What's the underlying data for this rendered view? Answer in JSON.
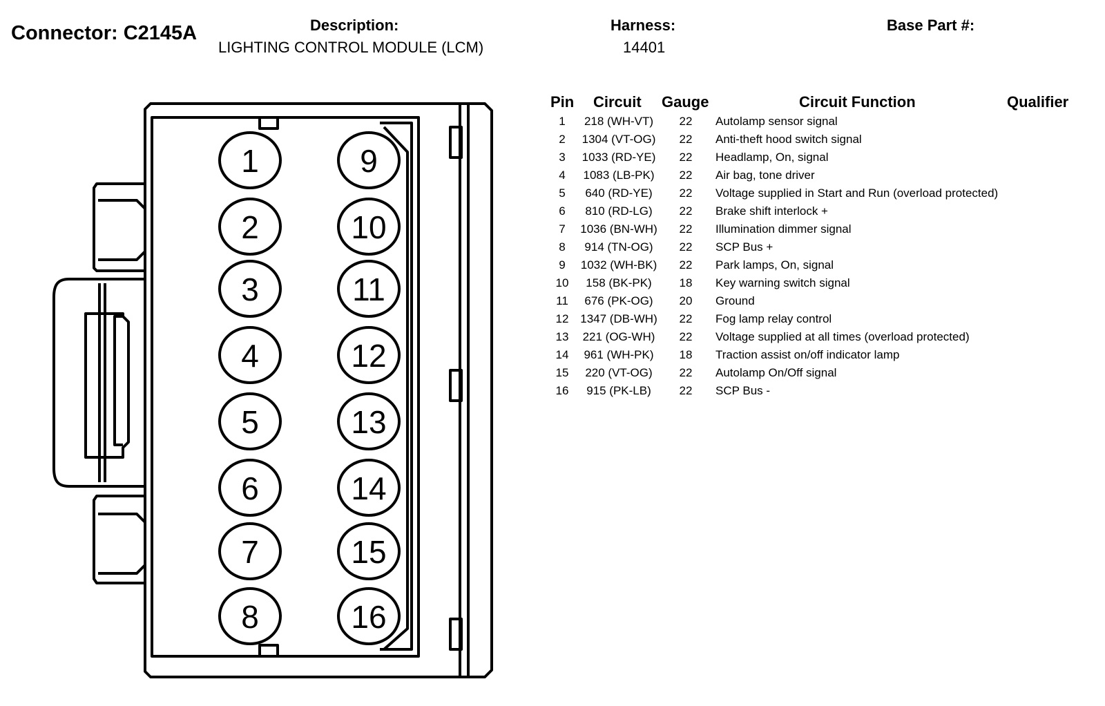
{
  "header": {
    "connector": "Connector: C2145A",
    "description_label": "Description:",
    "description_value": "LIGHTING CONTROL MODULE (LCM)",
    "harness_label": "Harness:",
    "harness_value": "14401",
    "base_part_label": "Base Part #:"
  },
  "table": {
    "headers": {
      "pin": "Pin",
      "circuit": "Circuit",
      "gauge": "Gauge",
      "function": "Circuit Function",
      "qualifier": "Qualifier"
    },
    "rows": [
      {
        "pin": "1",
        "circuit": "218 (WH-VT)",
        "gauge": "22",
        "function": "Autolamp sensor signal"
      },
      {
        "pin": "2",
        "circuit": "1304 (VT-OG)",
        "gauge": "22",
        "function": "Anti-theft hood switch signal"
      },
      {
        "pin": "3",
        "circuit": "1033 (RD-YE)",
        "gauge": "22",
        "function": "Headlamp, On, signal"
      },
      {
        "pin": "4",
        "circuit": "1083 (LB-PK)",
        "gauge": "22",
        "function": "Air bag, tone driver"
      },
      {
        "pin": "5",
        "circuit": "640 (RD-YE)",
        "gauge": "22",
        "function": "Voltage supplied in Start and Run (overload protected)"
      },
      {
        "pin": "6",
        "circuit": "810 (RD-LG)",
        "gauge": "22",
        "function": "Brake shift interlock +"
      },
      {
        "pin": "7",
        "circuit": "1036 (BN-WH)",
        "gauge": "22",
        "function": "Illumination dimmer signal"
      },
      {
        "pin": "8",
        "circuit": "914 (TN-OG)",
        "gauge": "22",
        "function": "SCP Bus +"
      },
      {
        "pin": "9",
        "circuit": "1032 (WH-BK)",
        "gauge": "22",
        "function": "Park lamps, On, signal"
      },
      {
        "pin": "10",
        "circuit": "158 (BK-PK)",
        "gauge": "18",
        "function": "Key warning switch signal"
      },
      {
        "pin": "11",
        "circuit": "676 (PK-OG)",
        "gauge": "20",
        "function": "Ground"
      },
      {
        "pin": "12",
        "circuit": "1347 (DB-WH)",
        "gauge": "22",
        "function": "Fog lamp relay control"
      },
      {
        "pin": "13",
        "circuit": "221 (OG-WH)",
        "gauge": "22",
        "function": "Voltage supplied at all times (overload protected)"
      },
      {
        "pin": "14",
        "circuit": "961 (WH-PK)",
        "gauge": "18",
        "function": "Traction assist on/off indicator lamp"
      },
      {
        "pin": "15",
        "circuit": "220 (VT-OG)",
        "gauge": "22",
        "function": "Autolamp On/Off signal"
      },
      {
        "pin": "16",
        "circuit": "915 (PK-LB)",
        "gauge": "22",
        "function": "SCP Bus -"
      }
    ]
  },
  "diagram": {
    "left_pins": [
      "1",
      "2",
      "3",
      "4",
      "5",
      "6",
      "7",
      "8"
    ],
    "right_pins": [
      "9",
      "10",
      "11",
      "12",
      "13",
      "14",
      "15",
      "16"
    ]
  }
}
